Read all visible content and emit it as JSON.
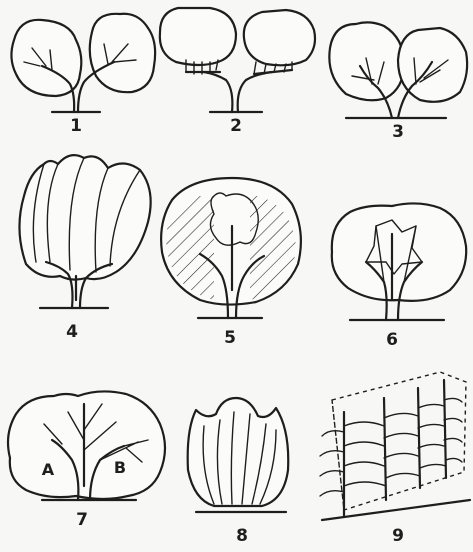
{
  "figures": [
    {
      "number": "1"
    },
    {
      "number": "2"
    },
    {
      "number": "3"
    },
    {
      "number": "4"
    },
    {
      "number": "5"
    },
    {
      "number": "6"
    },
    {
      "number": "7",
      "branch_labels": [
        "A",
        "B"
      ]
    },
    {
      "number": "8"
    },
    {
      "number": "9"
    }
  ]
}
